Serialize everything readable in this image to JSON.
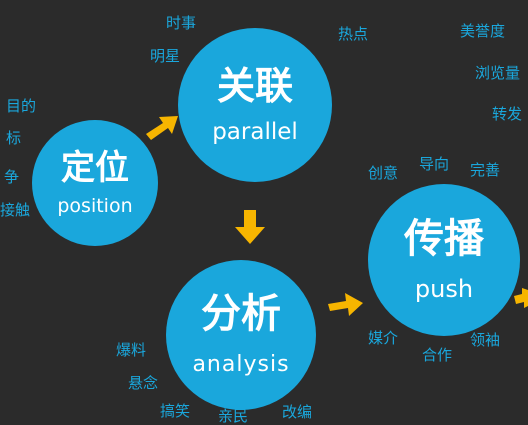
{
  "nodes": {
    "position": {
      "zh": "定位",
      "en": "position"
    },
    "parallel": {
      "zh": "关联",
      "en": "parallel"
    },
    "analysis": {
      "zh": "分析",
      "en": "analysis"
    },
    "push": {
      "zh": "传播",
      "en": "push"
    }
  },
  "keywords": {
    "mudi": "目的",
    "mubiao": "标",
    "jingzheng": "争",
    "jiechu": "接触",
    "shishi": "时事",
    "mingxing": "明星",
    "redian": "热点",
    "meiyudu": "美誉度",
    "liulanliang": "浏览量",
    "zhuanfa": "转发",
    "chuangyi": "创意",
    "daoxiang": "导向",
    "wanshan": "完善",
    "meijie": "媒介",
    "lingxiu": "领袖",
    "hezuo": "合作",
    "baoliao": "爆料",
    "xuannian": "悬念",
    "gaoxiao": "搞笑",
    "qinmin": "亲民",
    "gaibian": "改编"
  },
  "colors": {
    "background": "#2b2b2b",
    "circle": "#1aa7dc",
    "arrow": "#f7b500",
    "keyword": "#1aa7dc"
  }
}
